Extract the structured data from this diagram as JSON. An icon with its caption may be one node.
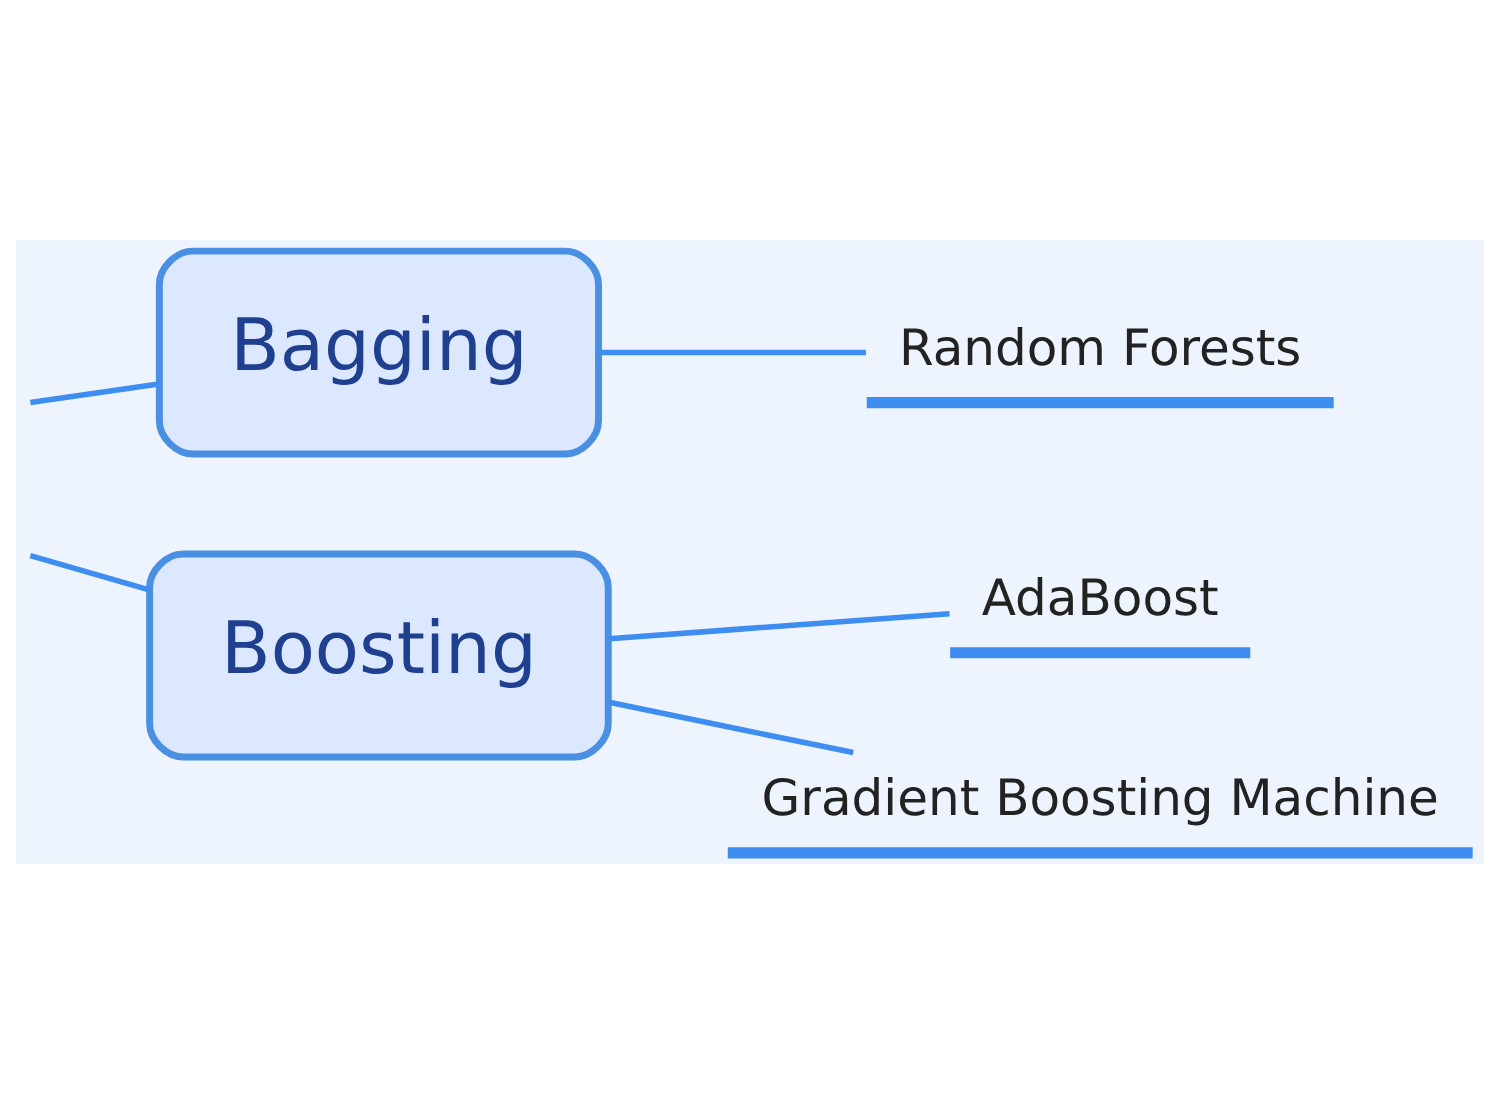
{
  "diagram": {
    "nodes": [
      {
        "text": [
          "Bagging"
        ]
      },
      {
        "text": [
          "Random Forests"
        ]
      },
      {
        "text": [
          "Boosting"
        ]
      },
      {
        "text": [
          "AdaBoost"
        ]
      },
      {
        "text": [
          "Gradient Boosting Machine"
        ]
      }
    ],
    "edges": [
      {
        "from": null,
        "to": 0,
        "arrow": "none"
      },
      {
        "from": 0,
        "to": 1,
        "arrow": "none"
      },
      {
        "from": null,
        "to": 2,
        "arrow": "none"
      },
      {
        "from": 2,
        "to": 3,
        "arrow": "none"
      },
      {
        "from": 2,
        "to": 4,
        "arrow": "none"
      }
    ]
  }
}
